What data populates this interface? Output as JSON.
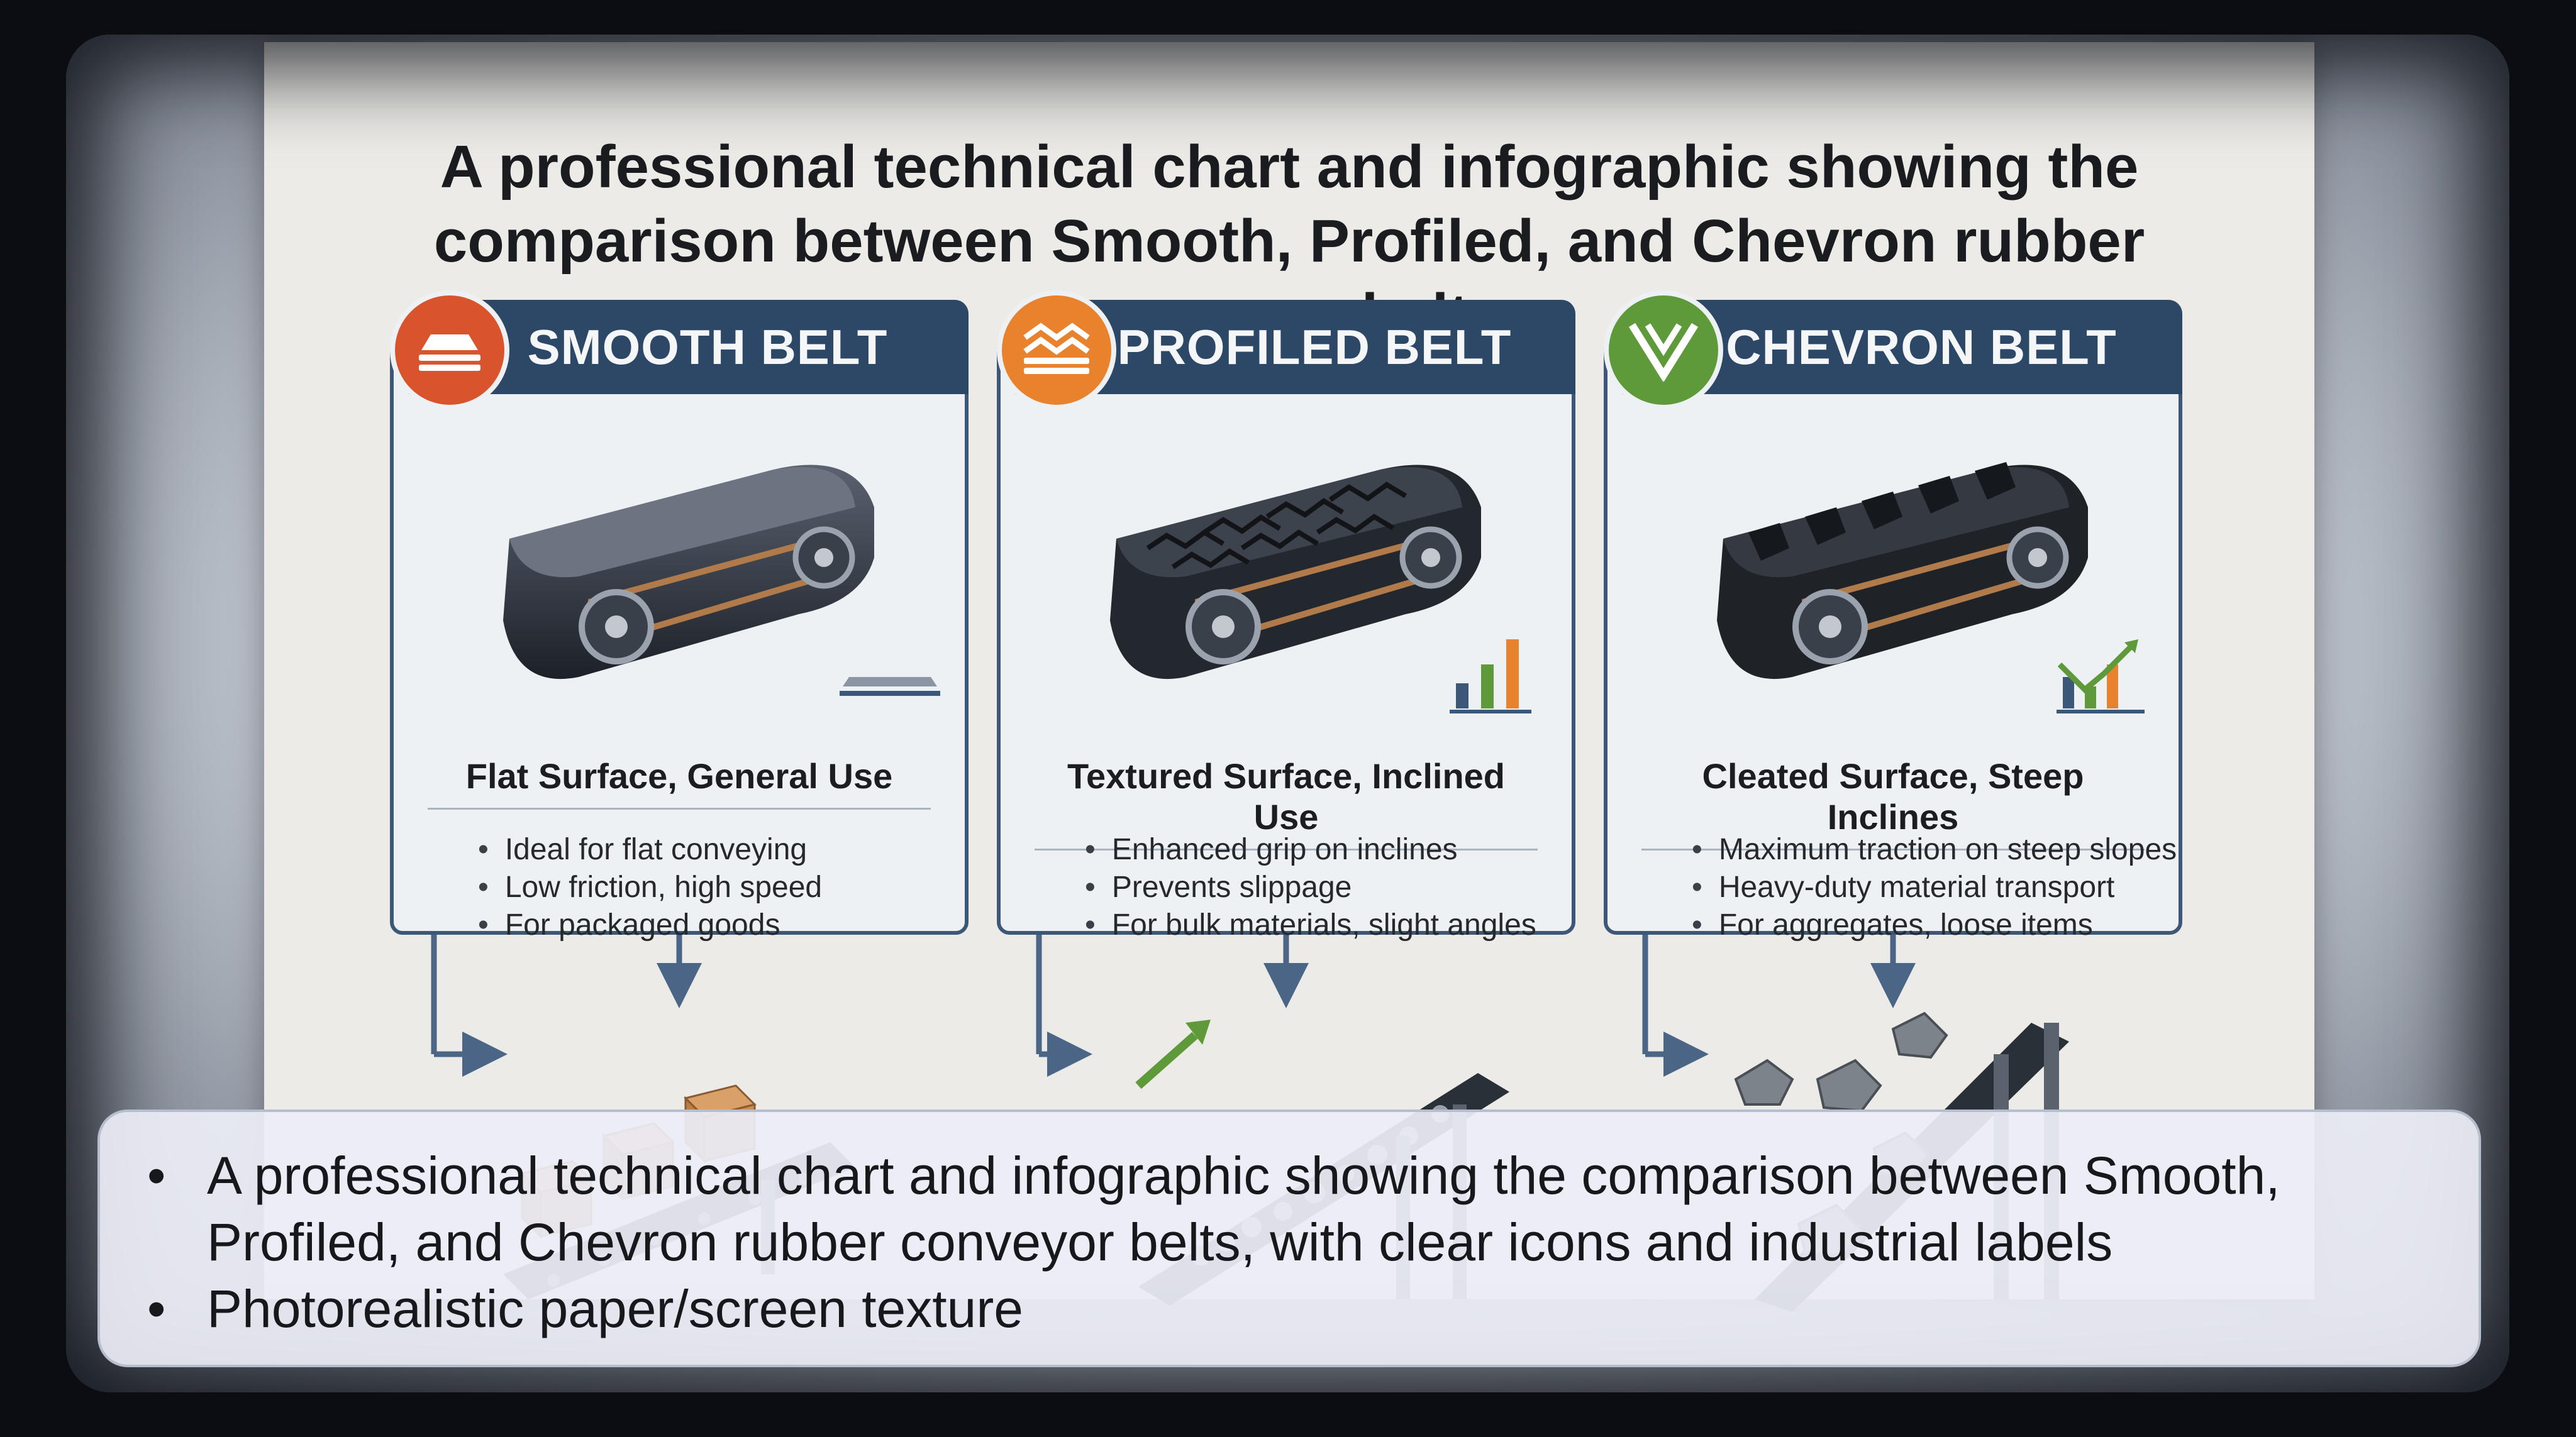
{
  "title": "A professional technical chart and infographic showing the comparison between Smooth, Profiled, and Chevron rubber conveyor belts",
  "colors": {
    "header_navy": "#2d4767",
    "panel_border": "#3c5778",
    "badge_smooth": "#d9542c",
    "badge_profiled": "#e8822d",
    "badge_chevron": "#5e9a3a"
  },
  "cards": [
    {
      "header": "SMOOTH BELT",
      "icon": "flat-layers-icon",
      "subhead": "Flat Surface, General Use",
      "bullets": [
        "Ideal for flat conveying",
        "Low friction, high speed",
        "For packaged goods"
      ]
    },
    {
      "header": "PROFILED BELT",
      "icon": "wavy-layers-icon",
      "subhead": "Textured Surface, Inclined Use",
      "bullets": [
        "Enhanced grip on inclines",
        "Prevents slippage",
        "For bulk materials, slight angles"
      ]
    },
    {
      "header": "CHEVRON BELT",
      "icon": "chevron-v-icon",
      "subhead": "Cleated Surface, Steep Inclines",
      "bullets": [
        "Maximum traction on steep slopes",
        "Heavy-duty material transport",
        "For aggregates, loose items"
      ]
    }
  ],
  "caption": {
    "bullets": [
      "A professional technical chart and infographic showing the comparison between Smooth, Profiled, and Chevron rubber conveyor belts, with clear icons and industrial labels",
      "Photorealistic paper/screen texture"
    ]
  }
}
